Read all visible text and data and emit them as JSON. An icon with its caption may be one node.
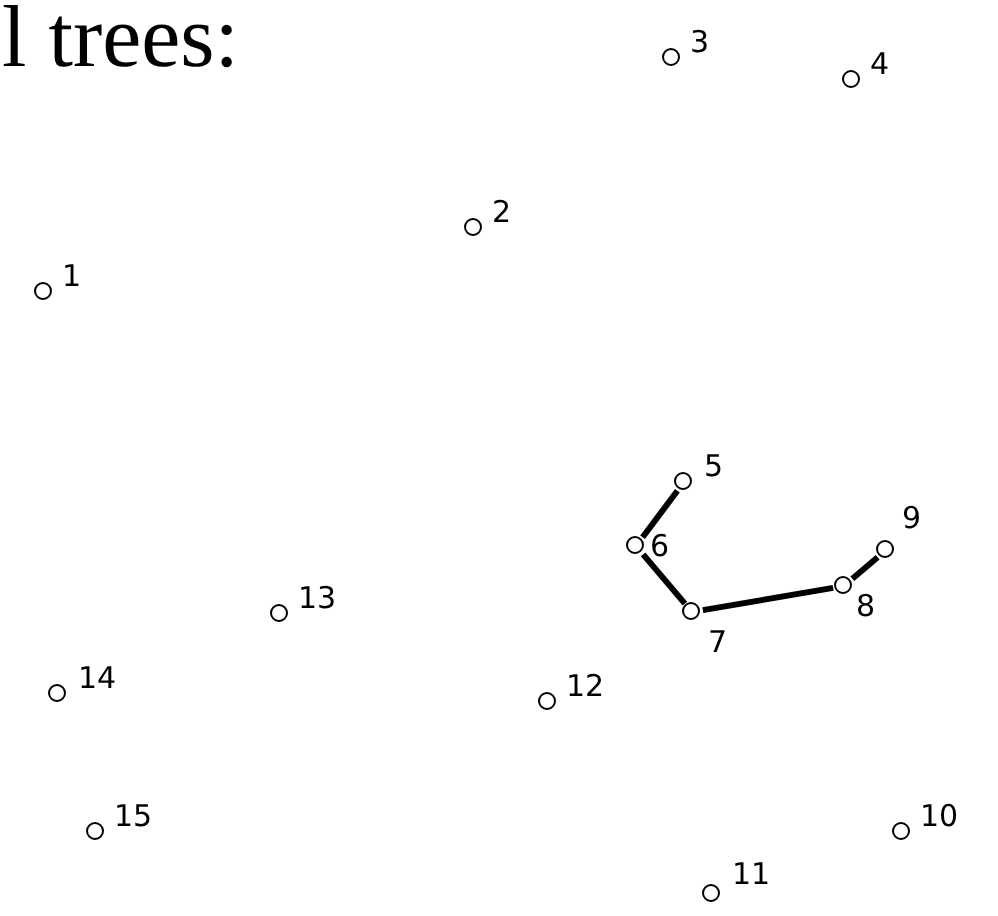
{
  "diagram": {
    "title": "l trees:",
    "nodes": [
      {
        "text": [],
        "shape": "circle",
        "beside": [
          "1"
        ]
      },
      {
        "text": [],
        "shape": "circle",
        "beside": [
          "2"
        ]
      },
      {
        "text": [],
        "shape": "circle",
        "beside": [
          "3"
        ]
      },
      {
        "text": [],
        "shape": "circle",
        "beside": [
          "4"
        ]
      },
      {
        "text": [],
        "shape": "circle",
        "beside": [
          "5"
        ]
      },
      {
        "text": [],
        "shape": "circle",
        "beside": [
          "6"
        ]
      },
      {
        "text": [],
        "shape": "circle",
        "beside": [
          "7"
        ]
      },
      {
        "text": [],
        "shape": "circle",
        "beside": [
          "8"
        ]
      },
      {
        "text": [],
        "shape": "circle",
        "beside": [
          "9"
        ]
      },
      {
        "text": [],
        "shape": "circle",
        "beside": [
          "10"
        ]
      },
      {
        "text": [],
        "shape": "circle",
        "beside": [
          "11"
        ]
      },
      {
        "text": [],
        "shape": "circle",
        "beside": [
          "12"
        ]
      },
      {
        "text": [],
        "shape": "circle",
        "beside": [
          "13"
        ]
      },
      {
        "text": [],
        "shape": "circle",
        "beside": [
          "14"
        ]
      },
      {
        "text": [],
        "shape": "circle",
        "beside": [
          "15"
        ]
      }
    ],
    "edges": [
      {
        "from": 4,
        "to": 5,
        "arrow": "none"
      },
      {
        "from": 5,
        "to": 6,
        "arrow": "none"
      },
      {
        "from": 6,
        "to": 7,
        "arrow": "none"
      },
      {
        "from": 7,
        "to": 8,
        "arrow": "none"
      }
    ]
  }
}
